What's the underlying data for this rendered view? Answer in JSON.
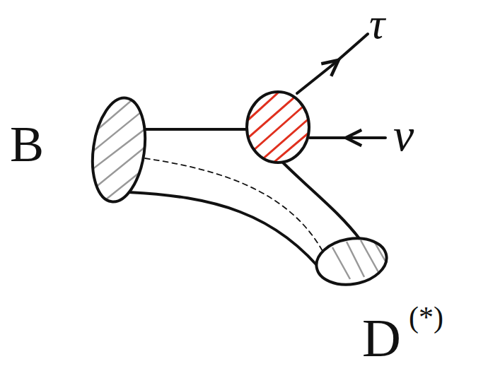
{
  "diagram": {
    "labels": [
      "B",
      "τ",
      "ν",
      "D",
      "(*)"
    ]
  }
}
